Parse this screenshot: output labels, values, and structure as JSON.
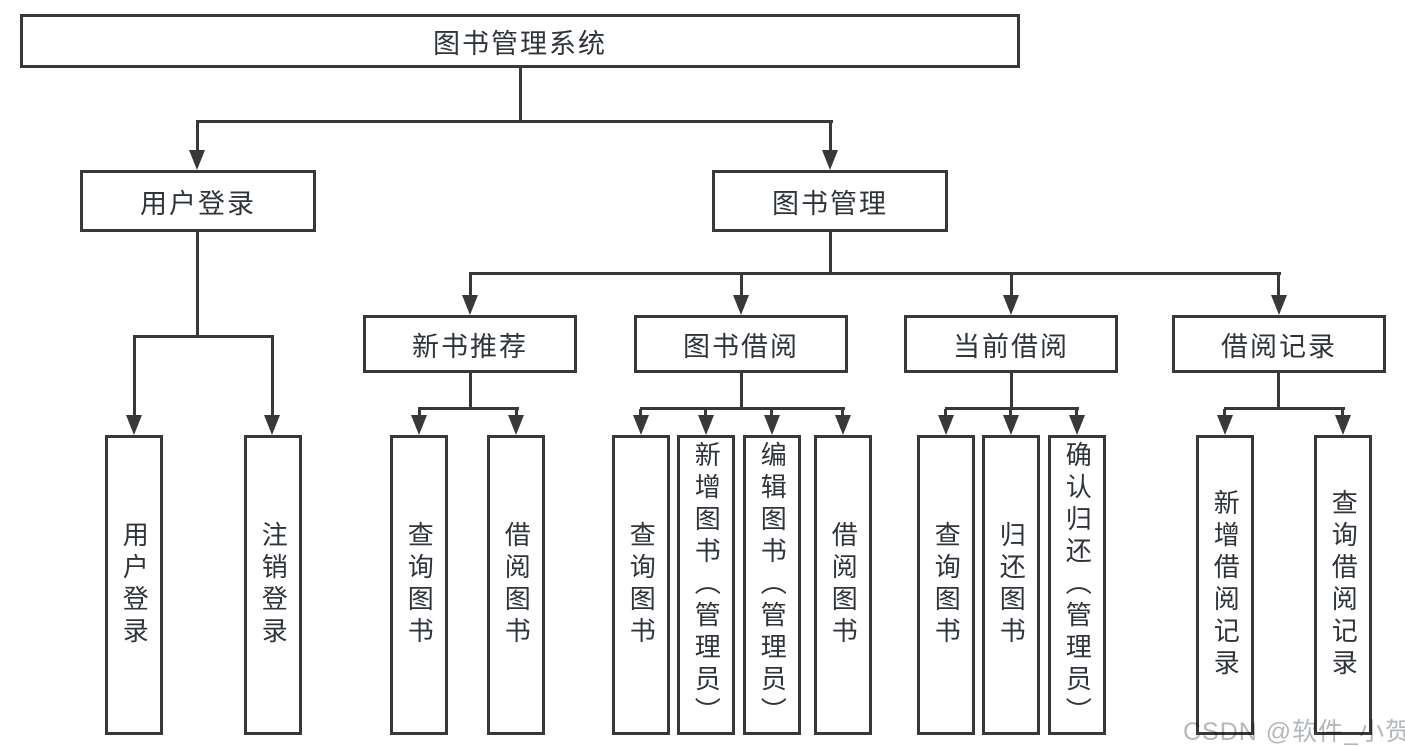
{
  "diagram": {
    "root": {
      "label": "图书管理系统"
    },
    "branches": [
      {
        "label": "用户登录",
        "children": [
          {
            "label": "用户登录"
          },
          {
            "label": "注销登录"
          }
        ]
      },
      {
        "label": "图书管理",
        "children": [
          {
            "label": "新书推荐",
            "children": [
              {
                "label": "查询图书"
              },
              {
                "label": "借阅图书"
              }
            ]
          },
          {
            "label": "图书借阅",
            "children": [
              {
                "label": "查询图书"
              },
              {
                "label": "新增图书（管理员）"
              },
              {
                "label": "编辑图书（管理员）"
              },
              {
                "label": "借阅图书"
              }
            ]
          },
          {
            "label": "当前借阅",
            "children": [
              {
                "label": "查询图书"
              },
              {
                "label": "归还图书"
              },
              {
                "label": "确认归还（管理员）"
              }
            ]
          },
          {
            "label": "借阅记录",
            "children": [
              {
                "label": "新增借阅记录"
              },
              {
                "label": "查询借阅记录"
              }
            ]
          }
        ]
      }
    ]
  },
  "watermark": {
    "text": "CSDN @软件_小贺同学"
  },
  "colors": {
    "line": "#383838",
    "text": "#2f343a",
    "watermark": "#b4b8bd",
    "background": "#ffffff"
  }
}
